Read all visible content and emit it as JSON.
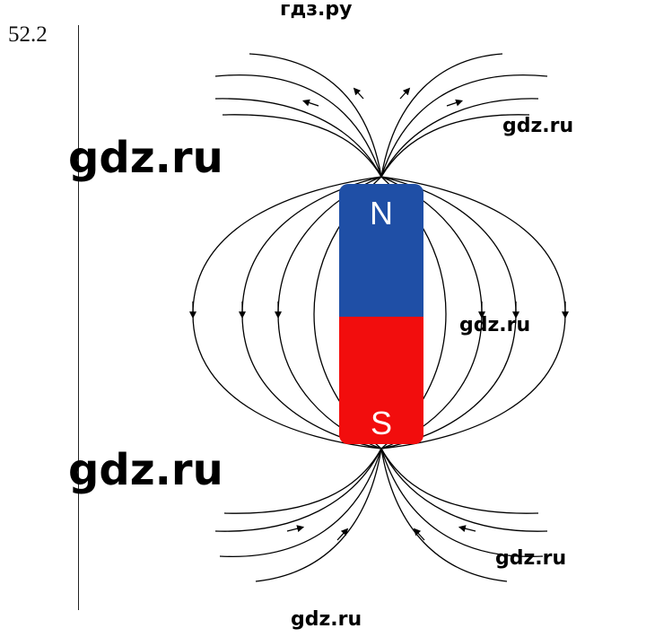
{
  "problem_number": "52.2",
  "watermarks": {
    "top": "гдз.ру",
    "big_1": "gdz.ru",
    "big_2": "gdz.ru",
    "small_1": "gdz.ru",
    "small_2": "gdz.ru",
    "small_3": "gdz.ru",
    "bottom": "gdz.ru"
  },
  "magnet": {
    "north_label": "N",
    "south_label": "S",
    "north_color": "#1f4fa6",
    "south_color": "#f20d0d"
  },
  "field_line_color": "#000000"
}
